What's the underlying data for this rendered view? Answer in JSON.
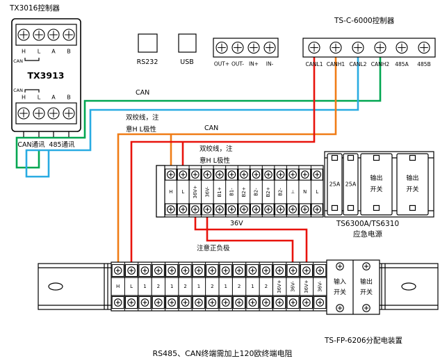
{
  "tx_device": {
    "title": "TX3016控制器",
    "model": "TX3913",
    "pins": [
      "H",
      "L",
      "A",
      "B"
    ],
    "can_port_label": "CAN",
    "comm_labels": [
      "CAN通讯",
      "485通讯"
    ]
  },
  "connectors": {
    "rs232": "RS232",
    "usb": "USB"
  },
  "io_block": {
    "terminals": [
      "OUT+",
      "OUT-",
      "IN+",
      "IN-"
    ]
  },
  "tsc_block": {
    "title": "TS-C-6000控制器",
    "terminals": [
      "CANL1",
      "CANH1",
      "CANL2",
      "CANH2",
      "485A",
      "485B"
    ]
  },
  "middle_strip": {
    "terminals": [
      "H",
      "L",
      "36V+",
      "36V-",
      "B1+",
      "B1-",
      "B2+",
      "B2-",
      "B2+",
      "B2-",
      "⊥",
      "N",
      "L"
    ]
  },
  "bottom_strip": {
    "terminals": [
      "H",
      "L",
      "1",
      "2",
      "1",
      "2",
      "1",
      "2",
      "1",
      "2",
      "1",
      "2",
      "36V+",
      "36V-",
      "36V+",
      "36V-"
    ]
  },
  "breaker_panel": {
    "modules": [
      "25A",
      "25A",
      "输出开关",
      "输出开关"
    ],
    "name": "TS6300A/TS6310",
    "subtitle": "应急电源"
  },
  "switch_box": {
    "columns": [
      "输入开关",
      "输出开关"
    ],
    "name": "TS-FP-6206分配电装置"
  },
  "notes": {
    "can_label_1": "CAN",
    "can_label_2": "CAN",
    "twisted_pair_1_line1": "双绞线，注",
    "twisted_pair_1_line2": "意H L极性",
    "twisted_pair_2_line1": "双绞线，注",
    "twisted_pair_2_line2": "意H L极性",
    "v36": "36V",
    "polarity": "注意正负极"
  },
  "footer_note": "RS485、CAN终端需加上120欧终端电阻",
  "wire_colors": {
    "red": "#e8130c",
    "orange": "#f07c16",
    "green": "#00a651",
    "cyan": "#29abe2"
  }
}
